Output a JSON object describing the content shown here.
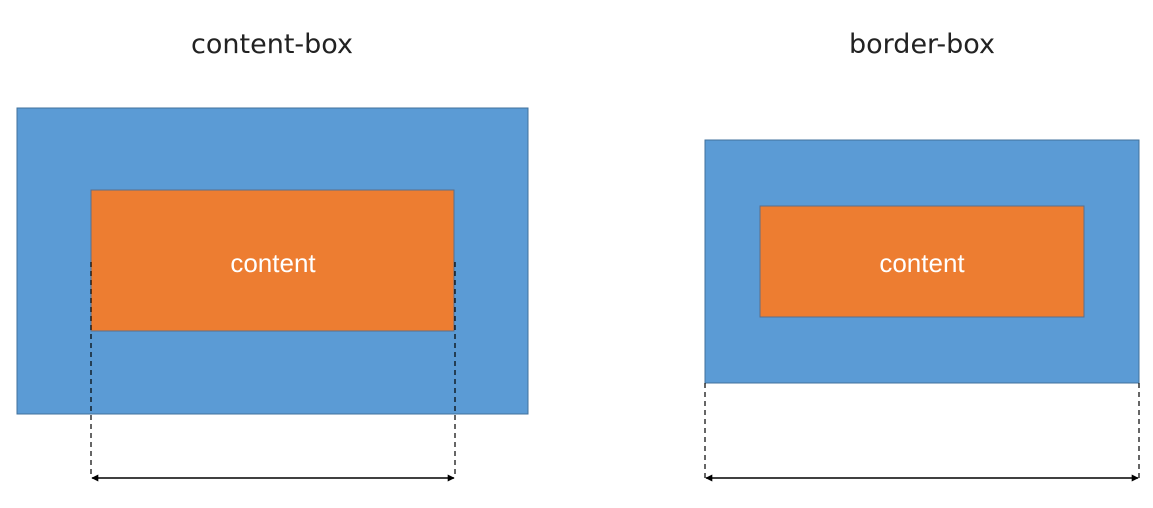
{
  "colors": {
    "outer_fill": "#5b9bd5",
    "outer_stroke": "#41719c",
    "inner_fill": "#ed7d31",
    "inner_stroke": "#5b6f8a",
    "guide": "#000000"
  },
  "panels": [
    {
      "title": "content-box",
      "inner_label": "content"
    },
    {
      "title": "border-box",
      "inner_label": "content"
    }
  ]
}
